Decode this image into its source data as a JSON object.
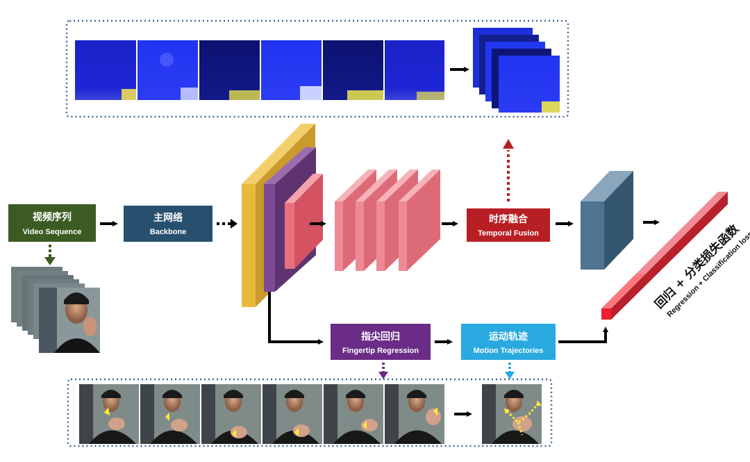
{
  "nodes": {
    "video_sequence": {
      "cn": "视频序列",
      "en": "Video Sequence"
    },
    "backbone": {
      "cn": "主网络",
      "en": "Backbone"
    },
    "temporal_fusion": {
      "cn": "时序融合",
      "en": "Temporal Fusion"
    },
    "fingertip_regression": {
      "cn": "指尖回归",
      "en": "Fingertip Regression"
    },
    "motion_trajectories": {
      "cn": "运动轨迹",
      "en": "Motion Trajectories"
    }
  },
  "loss_label": {
    "cn": "回归 + 分类损失函数",
    "en": "Regression + Classification losses"
  },
  "colors": {
    "video_box": "#3b5b22",
    "backbone_box": "#27506e",
    "temporal_box": "#b81f25",
    "fingertip_box": "#6a2c86",
    "motion_box": "#29a9e0",
    "feature_yellow": "#e9b93f",
    "feature_purple": "#7e4a93",
    "feature_pink": "#e8707e",
    "output_block": "#4f7391",
    "loss_bar": "#df2f3c",
    "dotted_frame": "#3d6690"
  },
  "icons": {
    "arrow": "right-arrow-icon",
    "dotted_arrow": "dotted-arrow-icon"
  }
}
